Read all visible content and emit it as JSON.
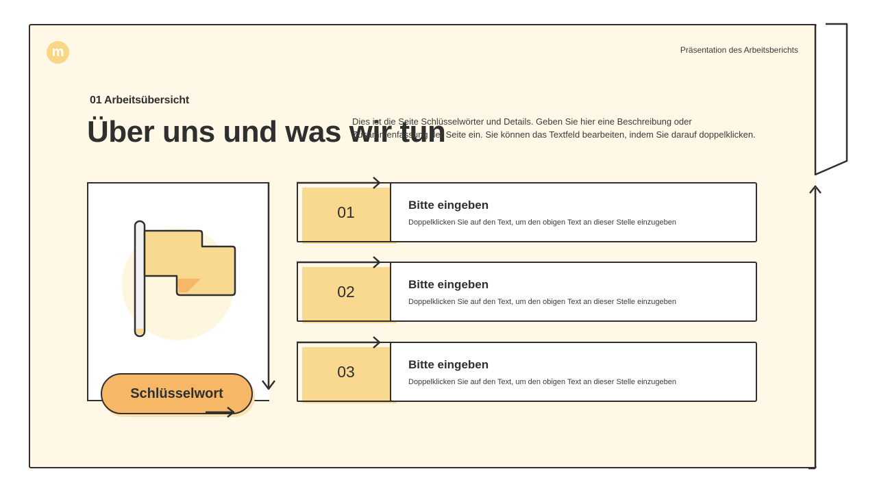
{
  "brand": {
    "logo_text": "m",
    "accent_color": "#f8d98f",
    "pill_color": "#f6b766",
    "background_color": "#fff8e6"
  },
  "header": {
    "presentation_title": "Präsentation des Arbeitsberichts"
  },
  "section": {
    "label": "01 Arbeitsübersicht",
    "title": "Über uns und was wir tun",
    "description": "Dies ist die Seite Schlüsselwörter und Details. Geben Sie hier eine Beschreibung oder Zusammenfassung der Seite ein. Sie können das Textfeld bearbeiten, indem Sie darauf doppelklicken."
  },
  "illustration": {
    "icon": "flag-icon",
    "keyword": "Schlüsselwort"
  },
  "items": [
    {
      "number": "01",
      "title": "Bitte eingeben",
      "description": "Doppelklicken Sie auf den Text, um den obigen Text an dieser Stelle einzugeben"
    },
    {
      "number": "02",
      "title": "Bitte eingeben",
      "description": "Doppelklicken Sie auf den Text, um den obigen Text an dieser Stelle einzugeben"
    },
    {
      "number": "03",
      "title": "Bitte eingeben",
      "description": "Doppelklicken Sie auf den Text, um den obigen Text an dieser Stelle einzugeben"
    }
  ]
}
